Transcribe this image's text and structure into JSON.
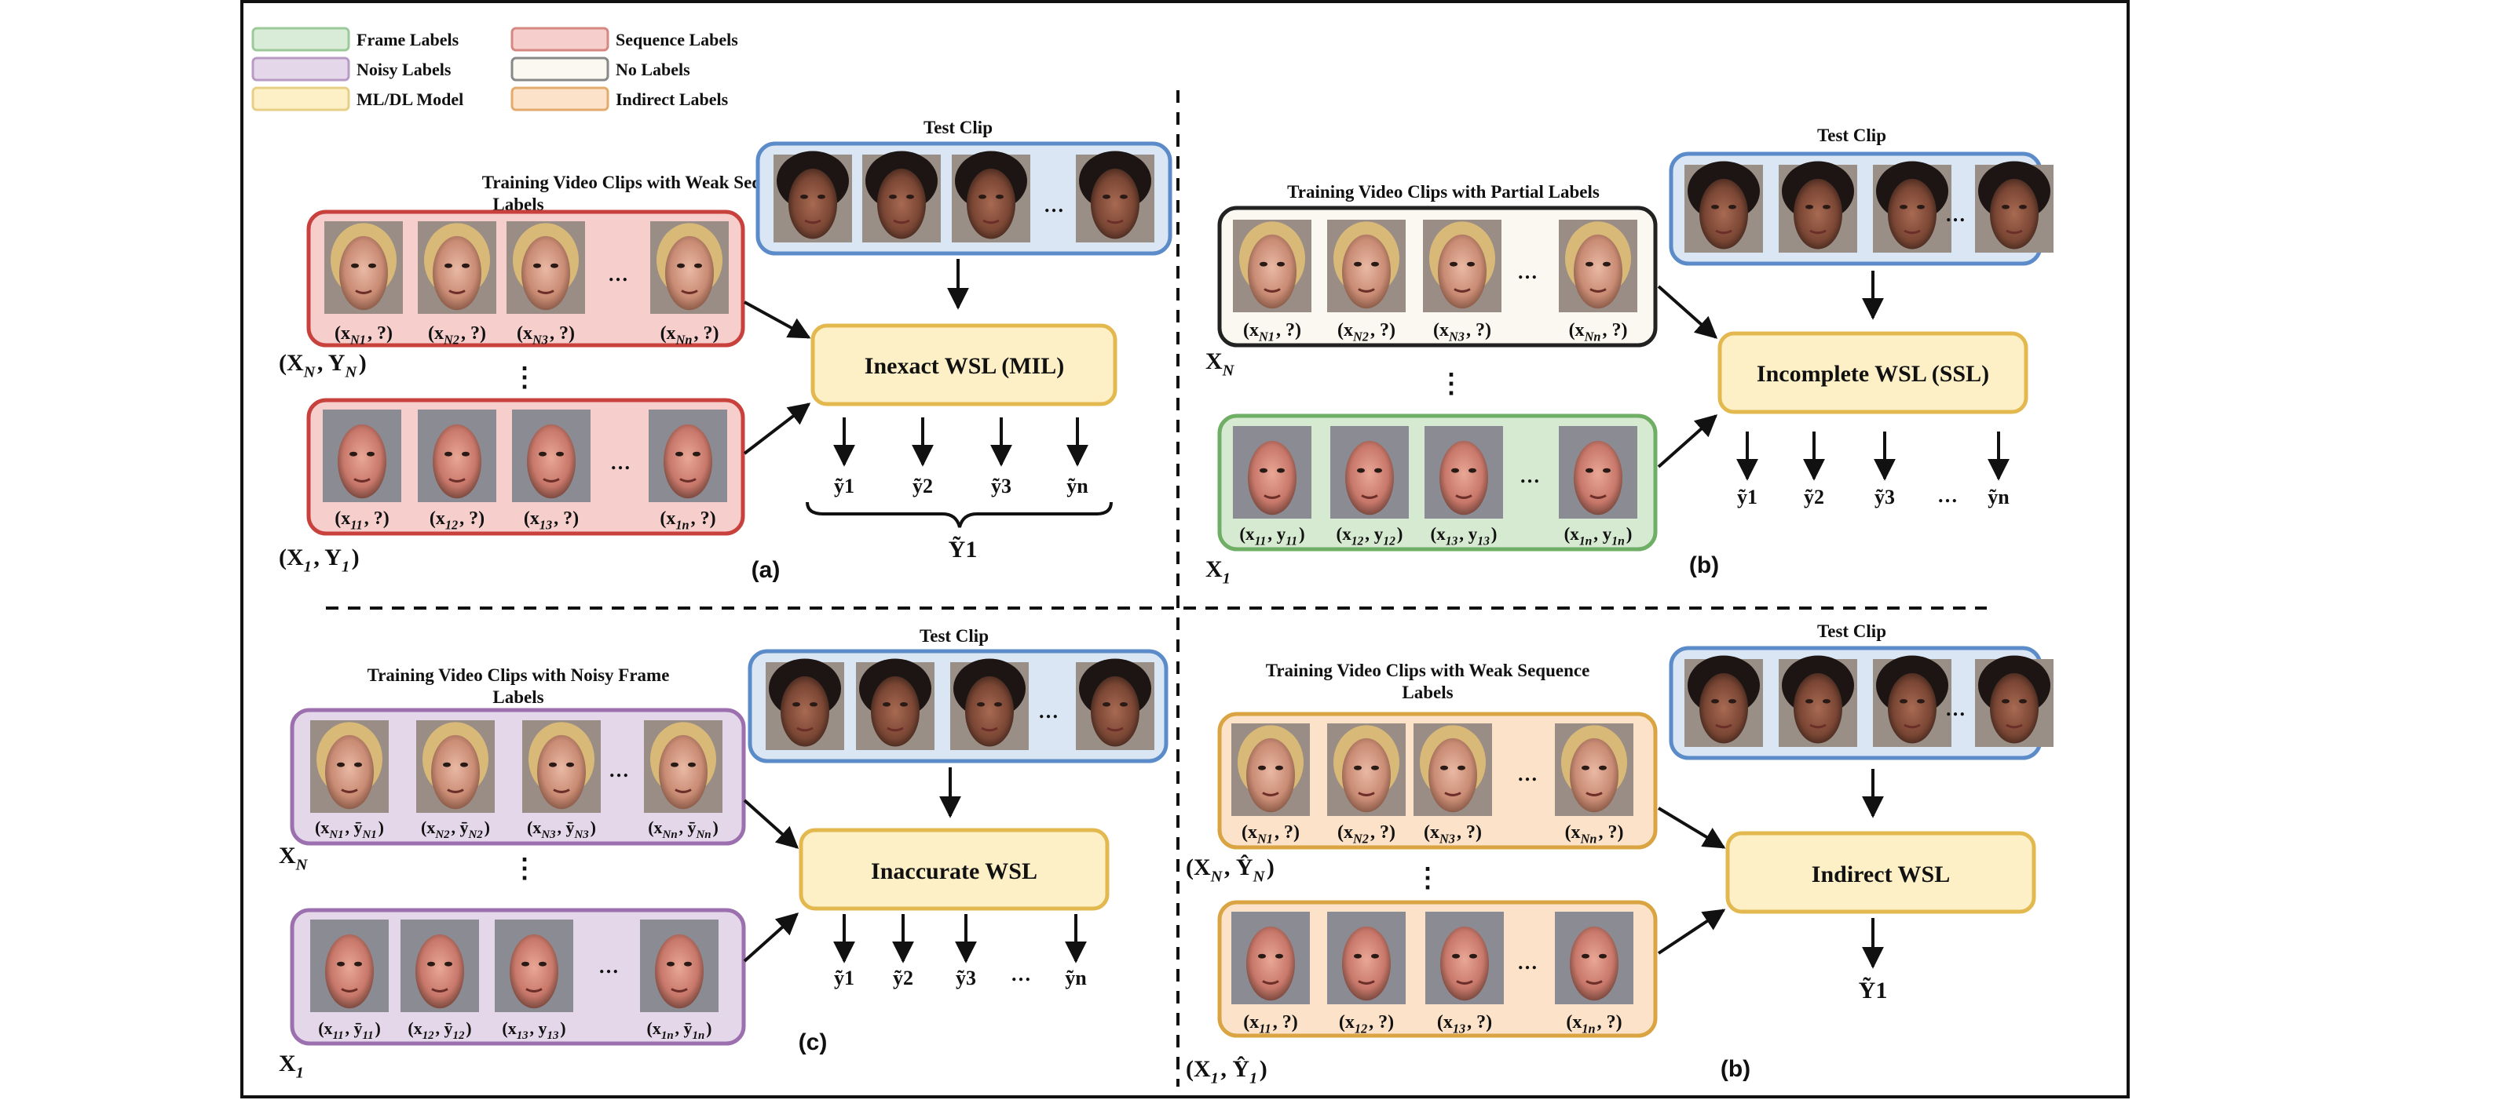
{
  "legend": [
    {
      "label": "Frame Labels",
      "fill": "#d9ecd7",
      "stroke": "#9cc99a"
    },
    {
      "label": "Noisy Labels",
      "fill": "#e4d7ea",
      "stroke": "#b79bc4"
    },
    {
      "label": "ML/DL Model",
      "fill": "#fdf0c6",
      "stroke": "#e8cf86"
    },
    {
      "label": "Sequence Labels",
      "fill": "#f6cfcd",
      "stroke": "#d78782"
    },
    {
      "label": "No Labels",
      "fill": "#fbf8f1",
      "stroke": "#888888"
    },
    {
      "label": "Indirect Labels",
      "fill": "#fce2c8",
      "stroke": "#e3ab6e"
    }
  ],
  "colors": {
    "red_fill": "#f6cfcd",
    "red_stroke": "#c9413d",
    "green_fill": "#d6ead1",
    "green_stroke": "#6fae65",
    "purple_fill": "#e4d7ea",
    "purple_stroke": "#9c6fae",
    "blue_fill": "#dbe6f4",
    "blue_stroke": "#5b8bc8",
    "yellow_fill": "#fdf0c6",
    "yellow_stroke": "#e3b94f",
    "orange_fill": "#fce2c8",
    "orange_stroke": "#d9a441",
    "none_fill": "#fbf8f1",
    "none_stroke": "#222222"
  },
  "panel_a": {
    "test_title": "Test Clip",
    "train_title_l1": "Training Video Clips with Weak Sequence",
    "train_title_l2": "Labels",
    "model": "Inexact WSL (MIL)",
    "top_labels": [
      "(x_{N1}, ?)",
      "(x_{N2}, ?)",
      "(x_{N3}, ?)",
      "(x_{Nn}, ?)"
    ],
    "bottom_labels": [
      "(x_{11}, ?)",
      "(x_{12}, ?)",
      "(x_{13}, ?)",
      "(x_{1n}, ?)"
    ],
    "top_set": "(X_N, Y_N)",
    "bottom_set": "(X_1, Y_1)",
    "outputs": [
      "ỹ1",
      "ỹ2",
      "ỹ3",
      "ỹn"
    ],
    "output_set": "Ỹ1",
    "tag": "(a)"
  },
  "panel_b": {
    "test_title": "Test Clip",
    "train_title": "Training Video Clips with Partial Labels",
    "model": "Incomplete WSL (SSL)",
    "top_labels": [
      "(x_{N1}, ?)",
      "(x_{N2}, ?)",
      "(x_{N3}, ?)",
      "(x_{Nn}, ?)"
    ],
    "bottom_labels": [
      "(x_{11}, y_{11})",
      "(x_{12}, y_{12})",
      "(x_{13}, y_{13})",
      "(x_{1n}, y_{1n})"
    ],
    "top_set": "X_N",
    "bottom_set": "X_1",
    "outputs": [
      "ỹ1",
      "ỹ2",
      "ỹ3",
      "…",
      "ỹn"
    ],
    "tag": "(b)"
  },
  "panel_c": {
    "test_title": "Test Clip",
    "train_title_l1": "Training Video Clips with Noisy Frame",
    "train_title_l2": "Labels",
    "model": "Inaccurate WSL",
    "top_labels": [
      "(x_{N1}, ȳ_{N1})",
      "(x_{N2}, ȳ_{N2})",
      "(x_{N3}, ȳ_{N3})",
      "(x_{Nn}, ȳ_{Nn})"
    ],
    "bottom_labels": [
      "(x_{11}, ȳ_{11})",
      "(x_{12}, ȳ_{12})",
      "(x_{13}, y_{13})",
      "(x_{1n}, ȳ_{1n})"
    ],
    "top_set": "X_N",
    "bottom_set": "X_1",
    "outputs": [
      "ỹ1",
      "ỹ2",
      "ỹ3",
      "…",
      "ỹn"
    ],
    "tag": "(c)"
  },
  "panel_d": {
    "test_title": "Test Clip",
    "train_title_l1": "Training Video Clips with Weak Sequence",
    "train_title_l2": "Labels",
    "model": "Indirect WSL",
    "top_labels": [
      "(x_{N1}, ?)",
      "(x_{N2}, ?)",
      "(x_{N3}, ?)",
      "(x_{Nn}, ?)"
    ],
    "bottom_labels": [
      "(x_{11}, ?)",
      "(x_{12}, ?)",
      "(x_{13}, ?)",
      "(x_{1n}, ?)"
    ],
    "top_set": "(X_N, Ŷ_N)",
    "bottom_set": "(X_1, Ŷ_1)",
    "outputs": [
      "Ỹ1"
    ],
    "tag": "(b)"
  },
  "ellipsis": "…",
  "vdots": "⋮"
}
